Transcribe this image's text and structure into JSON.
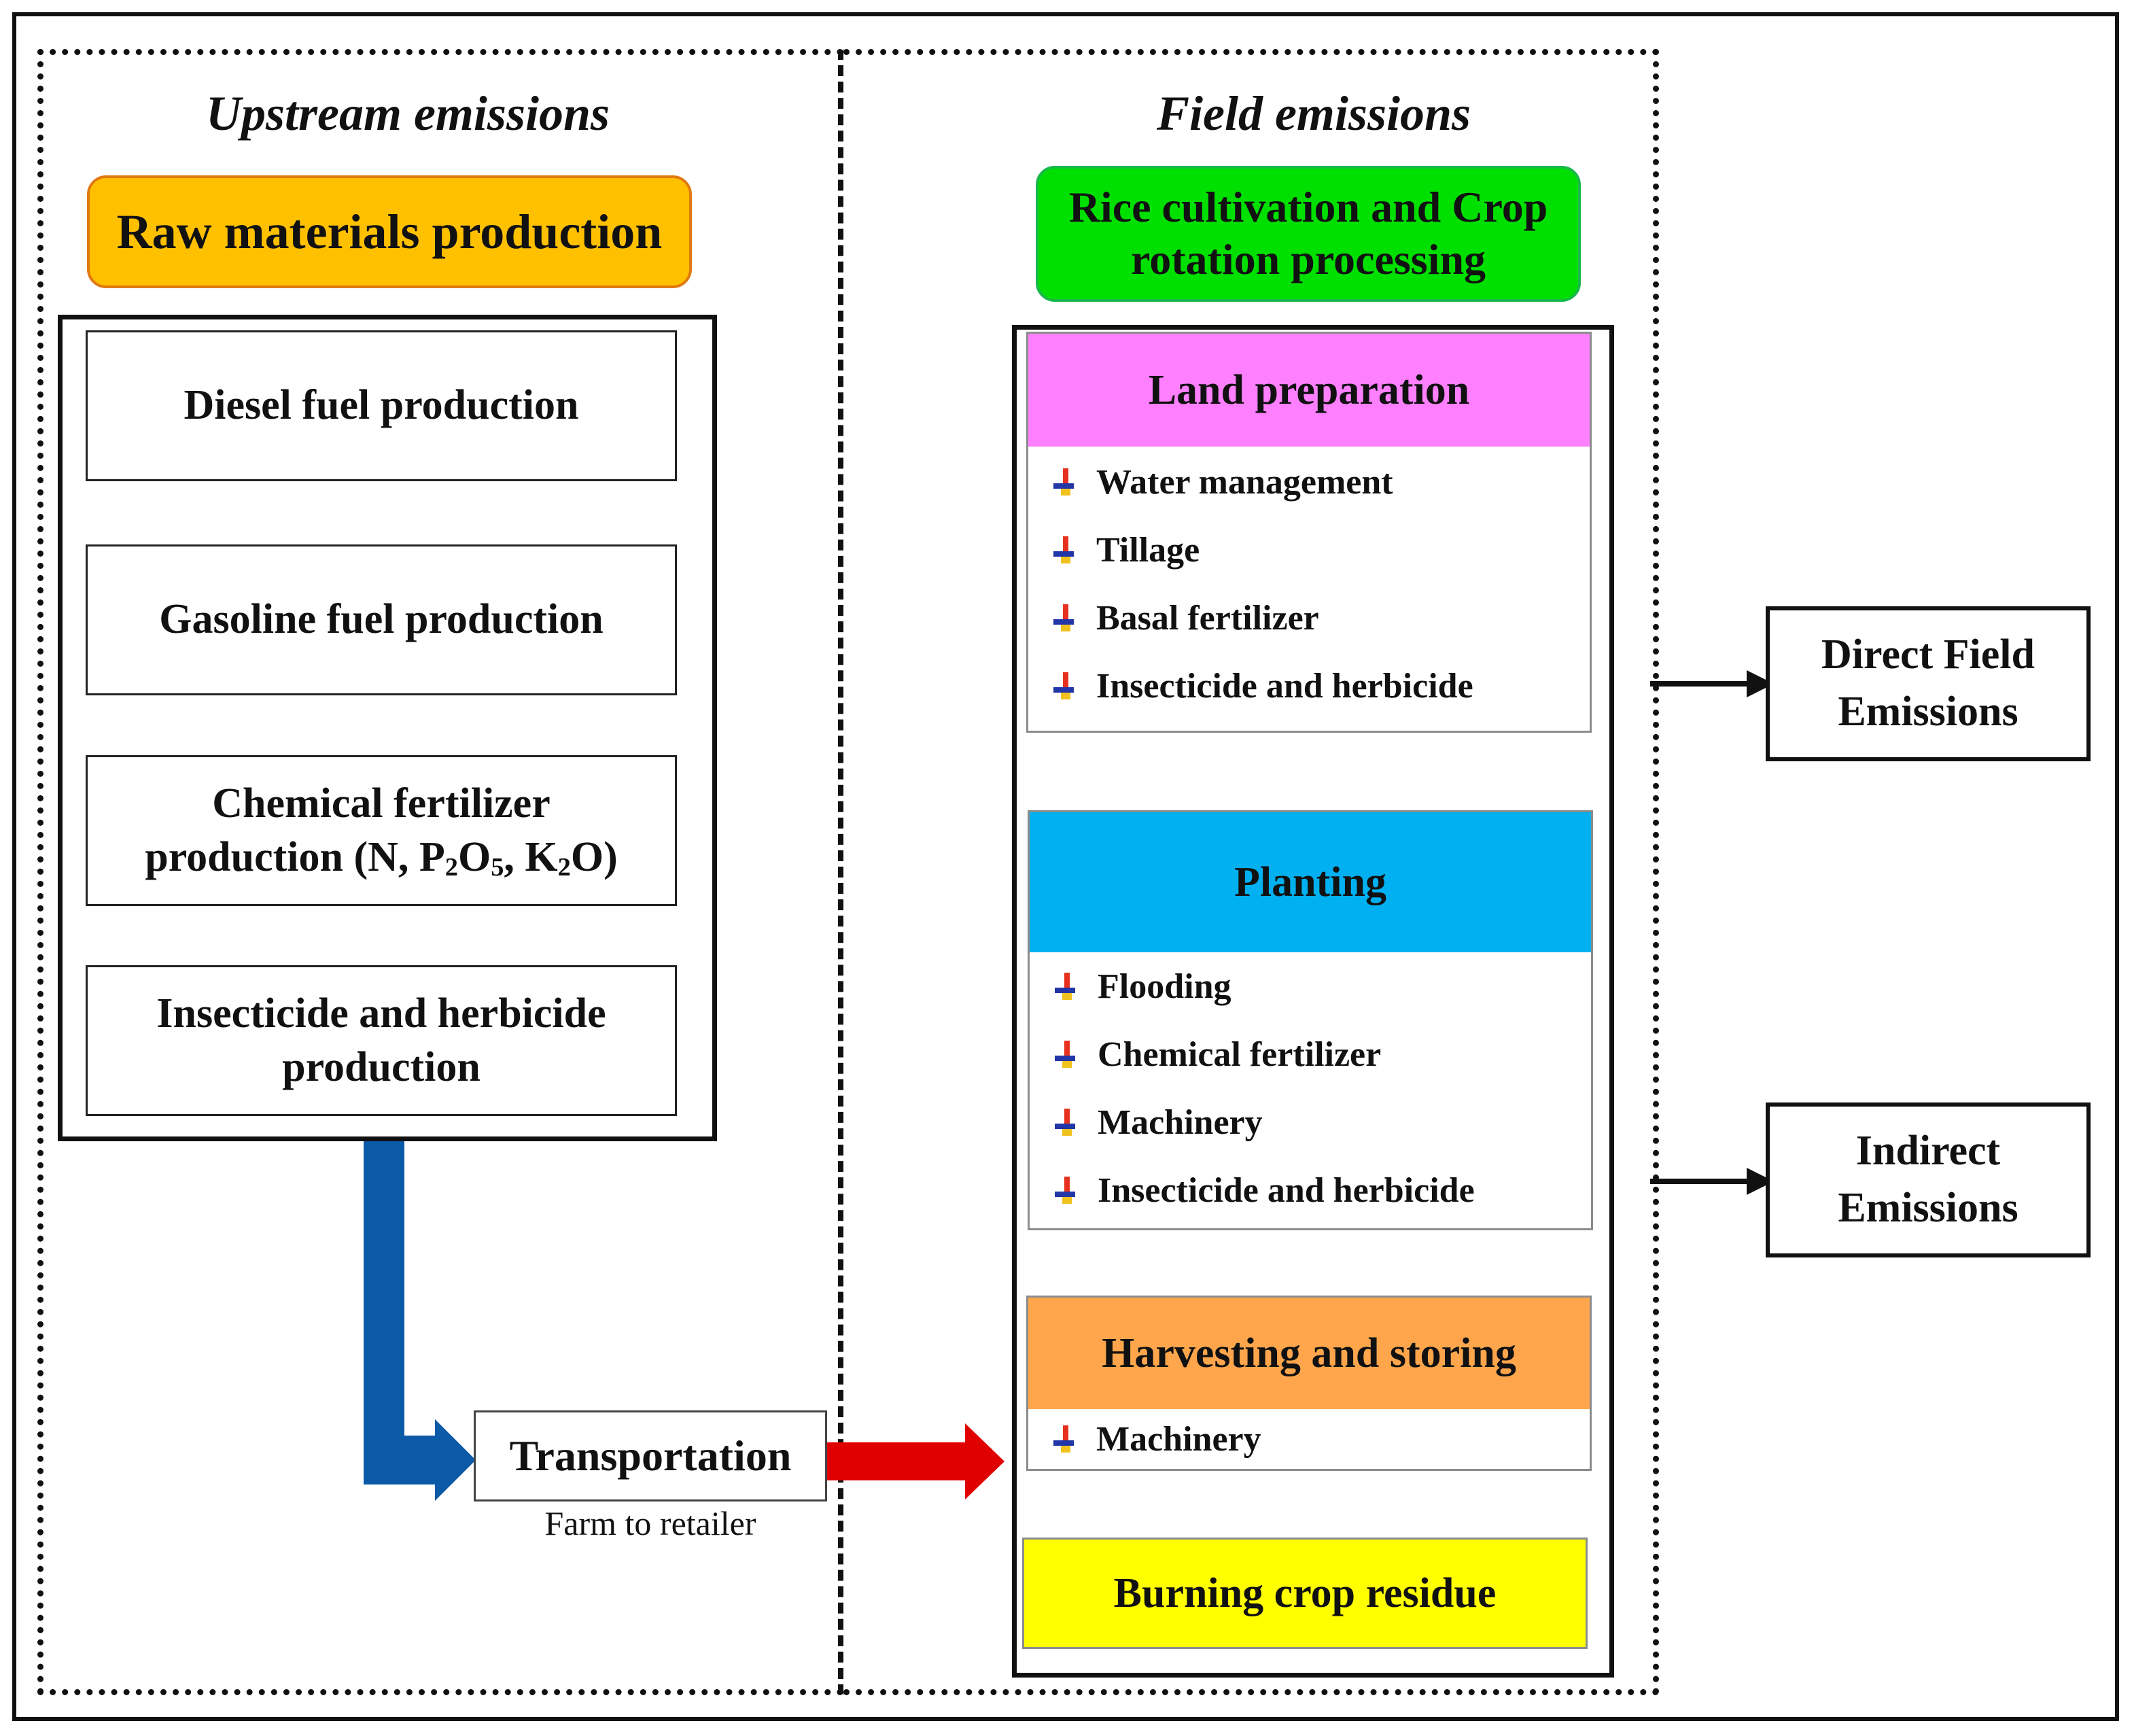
{
  "upstream": {
    "title": "Upstream emissions",
    "header": "Raw materials production",
    "boxes": [
      {
        "text": "Diesel fuel production"
      },
      {
        "text": "Gasoline fuel production"
      },
      {
        "line1": "Chemical fertilizer",
        "line2_a": "production (N, P",
        "sub1": "2",
        "line2_b": "O",
        "sub2": "5",
        "line2_c": ", K",
        "sub3": "2",
        "line2_d": "O)"
      },
      {
        "line1": "Insecticide and herbicide",
        "line2": "production"
      }
    ],
    "transport": {
      "label": "Transportation",
      "caption": "Farm to retailer"
    }
  },
  "field": {
    "title": "Field emissions",
    "header_line1": "Rice cultivation and Crop",
    "header_line2": "rotation processing",
    "stages": [
      {
        "title": "Land preparation",
        "color": "#ff80ff",
        "items": [
          "Water management",
          "Tillage",
          "Basal fertilizer",
          "Insecticide and herbicide"
        ]
      },
      {
        "title": "Planting",
        "color": "#00b0f0",
        "items": [
          "Flooding",
          "Chemical fertilizer",
          "Machinery",
          "Insecticide and herbicide"
        ]
      },
      {
        "title": "Harvesting and storing",
        "color": "#ffa64d",
        "items": [
          "Machinery"
        ]
      },
      {
        "title": "Burning crop residue",
        "color": "#ffff00",
        "items": []
      }
    ]
  },
  "outputs": [
    {
      "line1": "Direct Field",
      "line2": "Emissions"
    },
    {
      "line1": "Indirect",
      "line2": "Emissions"
    }
  ],
  "colors": {
    "upstream_header": "#ffc000",
    "field_header": "#00e000",
    "blue_arrow": "#0b5aa8",
    "red_arrow": "#e00000"
  }
}
